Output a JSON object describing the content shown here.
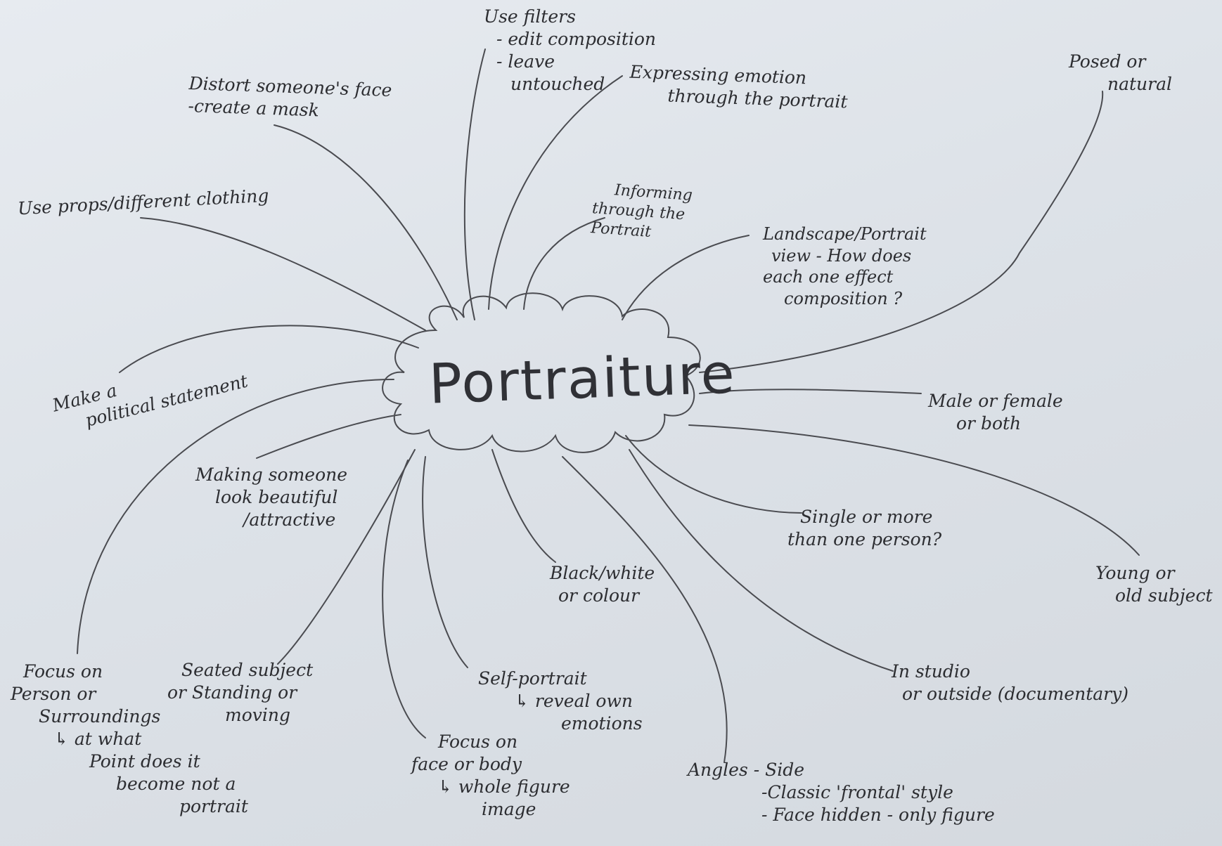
{
  "center": {
    "title": "Portraiture"
  },
  "notes": {
    "filters": [
      "Use filters",
      "- edit composition",
      "- leave",
      "untouched"
    ],
    "emotion": [
      "Expressing emotion",
      "through the portrait"
    ],
    "posed": [
      "Posed or",
      "natural"
    ],
    "distort": [
      "Distort someone's face",
      "-create a mask"
    ],
    "props": [
      "Use props/different clothing"
    ],
    "informing": [
      "Informing",
      "through the",
      "Portrait"
    ],
    "landscape": [
      "Landscape/Portrait",
      "view - How does",
      "each one effect",
      "composition ?"
    ],
    "political": [
      "Make a",
      "political statement"
    ],
    "gender": [
      "Male or female",
      "or both"
    ],
    "beautiful": [
      "Making someone",
      "look beautiful",
      "/attractive"
    ],
    "single": [
      "Single or more",
      "than one person?"
    ],
    "age": [
      "Young or",
      "old subject"
    ],
    "bw": [
      "Black/white",
      "or colour"
    ],
    "focus_person": [
      "Focus on",
      "Person or",
      "Surroundings",
      "↳ at what",
      "Point does it",
      "become not a",
      "portrait"
    ],
    "seated": [
      "Seated subject",
      "or Standing or",
      "moving"
    ],
    "self": [
      "Self-portrait",
      "↳ reveal own",
      "emotions"
    ],
    "studio": [
      "In studio",
      "or outside (documentary)"
    ],
    "face_body": [
      "Focus on",
      "face or body",
      "↳ whole figure",
      "image"
    ],
    "angles": [
      "Angles - Side",
      "-Classic 'frontal' style",
      "- Face hidden - only figure"
    ]
  }
}
